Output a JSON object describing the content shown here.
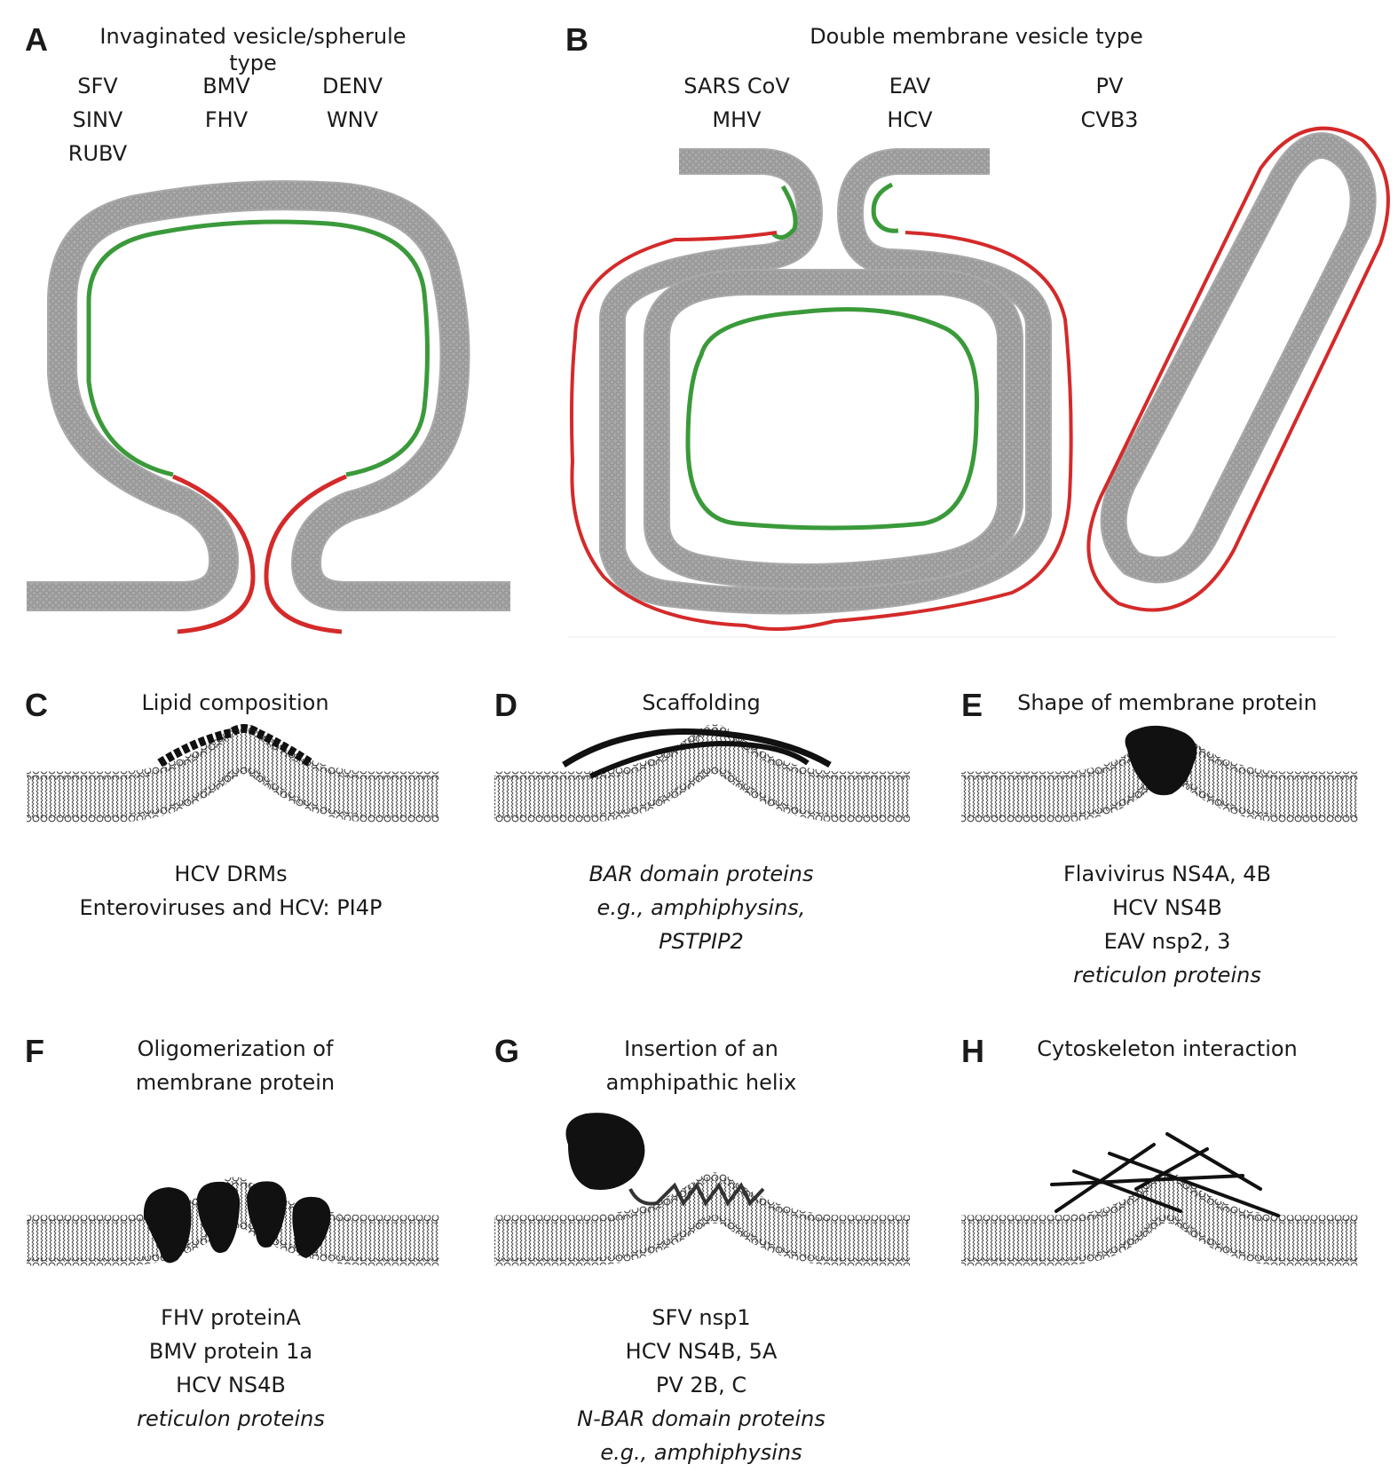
{
  "panelA": {
    "letter": "A",
    "title": "Invaginated vesicle/spherule type",
    "virus_columns": [
      [
        "SFV",
        "SINV",
        "RUBV"
      ],
      [
        "BMV",
        "FHV"
      ],
      [
        "DENV",
        "WNV"
      ]
    ]
  },
  "panelB": {
    "letter": "B",
    "title": "Double membrane vesicle type",
    "virus_columns": [
      [
        "SARS CoV",
        "MHV"
      ],
      [
        "EAV",
        "HCV"
      ],
      [
        "PV",
        "CVB3"
      ]
    ]
  },
  "panelC": {
    "letter": "C",
    "title": "Lipid composition",
    "items": [
      {
        "text": "HCV DRMs",
        "italic": false
      },
      {
        "text": "Enteroviruses and HCV: PI4P",
        "italic": false
      }
    ]
  },
  "panelD": {
    "letter": "D",
    "title": "Scaffolding",
    "items": [
      {
        "text": "BAR domain proteins",
        "italic": true
      },
      {
        "text": "e.g., amphiphysins,",
        "italic": true
      },
      {
        "text": "PSTPIP2",
        "italic": true
      }
    ]
  },
  "panelE": {
    "letter": "E",
    "title": "Shape of membrane protein",
    "items": [
      {
        "text": "Flavivirus NS4A, 4B",
        "italic": false
      },
      {
        "text": "HCV NS4B",
        "italic": false
      },
      {
        "text": "EAV nsp2, 3",
        "italic": false
      },
      {
        "text": "reticulon proteins",
        "italic": true
      }
    ]
  },
  "panelF": {
    "letter": "F",
    "title_line1": "Oligomerization of",
    "title_line2": "membrane protein",
    "items": [
      {
        "text": "FHV proteinA",
        "italic": false
      },
      {
        "text": "BMV protein 1a",
        "italic": false
      },
      {
        "text": "HCV NS4B",
        "italic": false
      },
      {
        "text": "reticulon proteins",
        "italic": true
      }
    ]
  },
  "panelG": {
    "letter": "G",
    "title_line1": "Insertion of an",
    "title_line2": "amphipathic helix",
    "items": [
      {
        "text": "SFV nsp1",
        "italic": false
      },
      {
        "text": "HCV NS4B, 5A",
        "italic": false
      },
      {
        "text": "PV 2B, C",
        "italic": false
      },
      {
        "text": "N-BAR domain proteins",
        "italic": true
      },
      {
        "text": "e.g., amphiphysins",
        "italic": true
      }
    ]
  },
  "panelH": {
    "letter": "H",
    "title": "Cytoskeleton interaction",
    "items": []
  },
  "colors": {
    "membrane": "#a9a9a9",
    "rna_green": "#3a9a3a",
    "protein_red": "#d42a2a",
    "protein_black": "#111111"
  }
}
